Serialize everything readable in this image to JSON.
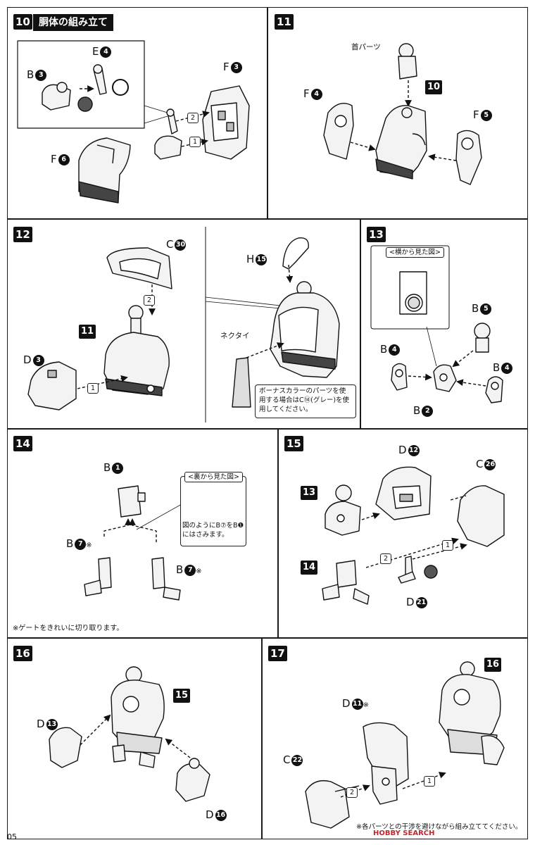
{
  "page_number": "05",
  "watermark": "HOBBY SEARCH",
  "steps": {
    "s10": {
      "number": "10",
      "title": "胴体の組み立て"
    },
    "s11": {
      "number": "11",
      "label_neck": "首パーツ",
      "ref": "10"
    },
    "s12": {
      "number": "12",
      "ref": "11",
      "label_tie": "ネクタイ",
      "bonus_note": "ボーナスカラーのパーツを使用する場合はC⑭(グレー)を使用してください。"
    },
    "s13": {
      "number": "13",
      "side_view": "<横から見た図>"
    },
    "s14": {
      "number": "14",
      "back_view": "<裏から見た図>",
      "back_note": "図のようにB⑦をB❶にはさみます。",
      "gate_note": "※ゲートをきれいに切り取ります。"
    },
    "s15": {
      "number": "15",
      "ref_a": "13",
      "ref_b": "14"
    },
    "s16": {
      "number": "16",
      "ref": "15"
    },
    "s17": {
      "number": "17",
      "ref": "16",
      "interference_note": "※各パーツとの干渉を避けながら組み立ててください。"
    }
  },
  "part_labels": {
    "s10_e": "E",
    "s10_e_n": "4",
    "s10_b": "B",
    "s10_b_n": "3",
    "s10_f3": "F",
    "s10_f3_n": "3",
    "s10_f6": "F",
    "s10_f6_n": "6",
    "s11_f4": "F",
    "s11_f4_n": "4",
    "s11_f5": "F",
    "s11_f5_n": "5",
    "s12_c": "C",
    "s12_c_n": "30",
    "s12_d": "D",
    "s12_d_n": "3",
    "s12_h": "H",
    "s12_h_n": "15",
    "s13_b5": "B",
    "s13_b5_n": "5",
    "s13_b4l": "B",
    "s13_b4l_n": "4",
    "s13_b4r": "B",
    "s13_b4r_n": "4",
    "s13_b2": "B",
    "s13_b2_n": "2",
    "s14_b1": "B",
    "s14_b1_n": "1",
    "s14_b7l": "B",
    "s14_b7l_n": "7",
    "s14_b7l_mark": "※",
    "s14_b7r": "B",
    "s14_b7r_n": "7",
    "s14_b7r_mark": "※",
    "s15_d12": "D",
    "s15_d12_n": "12",
    "s15_c26": "C",
    "s15_c26_n": "26",
    "s15_d21": "D",
    "s15_d21_n": "21",
    "s16_d13": "D",
    "s16_d13_n": "13",
    "s16_d16": "D",
    "s16_d16_n": "16",
    "s17_d11": "D",
    "s17_d11_n": "11",
    "s17_d11_mark": "※",
    "s17_c22": "C",
    "s17_c22_n": "22"
  },
  "order_marks": {
    "one": "1",
    "two": "2"
  },
  "colors": {
    "ink": "#111111",
    "paper": "#ffffff",
    "part_fill": "#f2f2f2",
    "part_shade": "#555555"
  }
}
